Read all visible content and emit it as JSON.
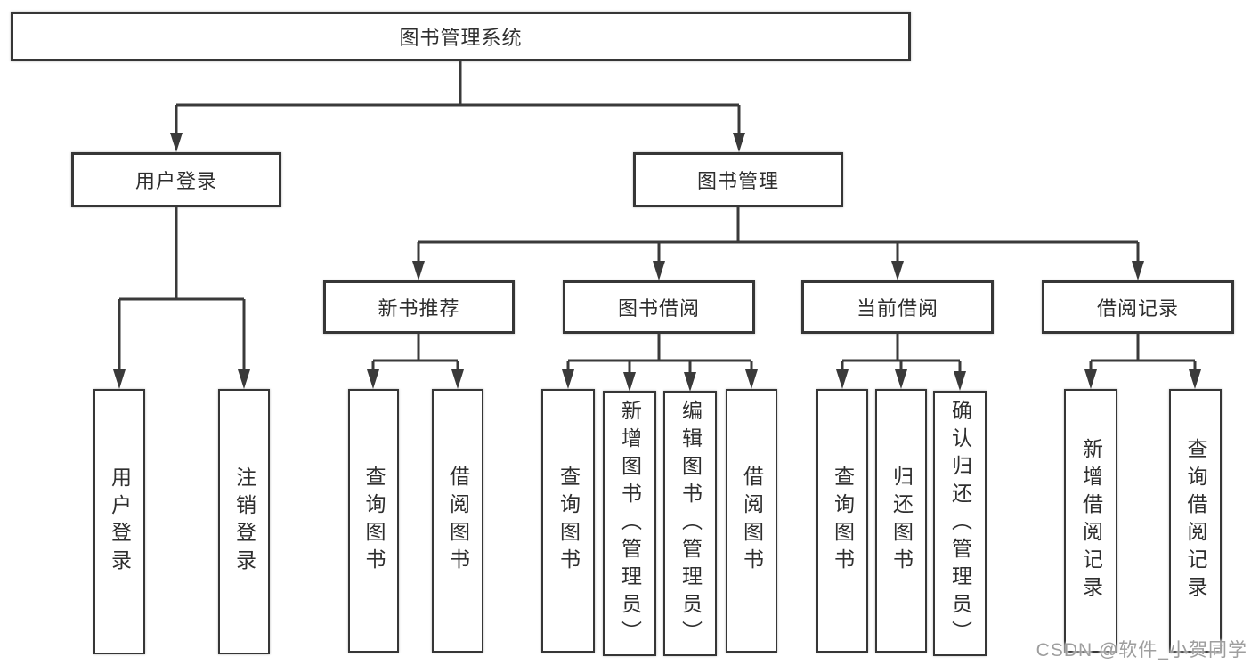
{
  "diagram": {
    "root": {
      "label": "图书管理系统"
    },
    "level2": [
      {
        "label": "用户登录"
      },
      {
        "label": "图书管理"
      }
    ],
    "level3": [
      {
        "label": "新书推荐"
      },
      {
        "label": "图书借阅"
      },
      {
        "label": "当前借阅"
      },
      {
        "label": "借阅记录"
      }
    ],
    "leaves": {
      "user_login": [
        {
          "label": "用户登录"
        },
        {
          "label": "注销登录"
        }
      ],
      "new_book_rec": [
        {
          "label": "查询图书"
        },
        {
          "label": "借阅图书"
        }
      ],
      "book_borrow": [
        {
          "label": "查询图书"
        },
        {
          "label": "新增图书（管理员）"
        },
        {
          "label": "编辑图书（管理员）"
        },
        {
          "label": "借阅图书"
        }
      ],
      "current_borrow": [
        {
          "label": "查询图书"
        },
        {
          "label": "归还图书"
        },
        {
          "label": "确认归还（管理员）"
        }
      ],
      "borrow_records": [
        {
          "label": "新增借阅记录"
        },
        {
          "label": "查询借阅记录"
        }
      ]
    }
  },
  "watermark": {
    "text": "CSDN @软件_小贺同学"
  },
  "colors": {
    "line": "#3a3a3a",
    "box_border": "#363636",
    "text": "#2e2e2e",
    "watermark": "#9e9e9e",
    "background": "#ffffff"
  }
}
